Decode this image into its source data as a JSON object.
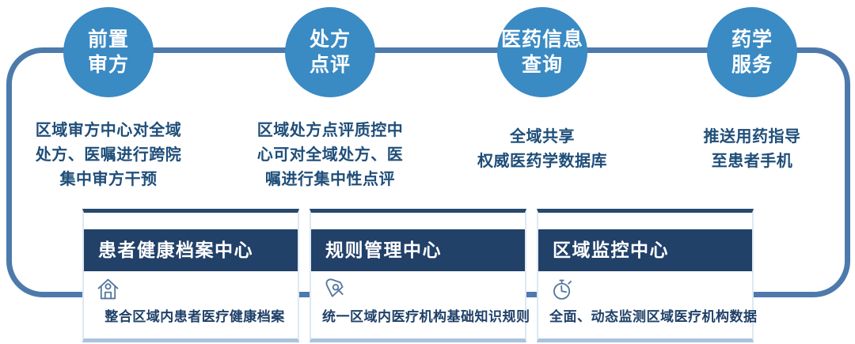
{
  "diagram": {
    "colors": {
      "circle_blue": "#3a8ac4",
      "connector_blue": "#4d7aac",
      "desc_text_blue": "#1f4e79",
      "card_header_navy": "#224169",
      "card_bottom_border": "#a9c3dd",
      "icon_steel_blue": "#54779e"
    }
  },
  "columns": [
    {
      "id": "pre-prescription-review",
      "circle_lines": [
        "前置",
        "审方"
      ],
      "desc_lines": [
        "区域审方中心对全域",
        "处方、医嘱进行跨院",
        "集中审方干预"
      ]
    },
    {
      "id": "prescription-comment",
      "circle_lines": [
        "处方",
        "点评"
      ],
      "desc_lines": [
        "区域处方点评质控中",
        "心可对全域处方、医",
        "嘱进行集中性点评"
      ]
    },
    {
      "id": "medical-info-query",
      "circle_lines": [
        "医药信息",
        "查询"
      ],
      "desc_lines": [
        "全域共享",
        "权威医药学数据库"
      ]
    },
    {
      "id": "pharmacy-service",
      "circle_lines": [
        "药学",
        "服务"
      ],
      "desc_lines": [
        "推送用药指导",
        "至患者手机"
      ]
    }
  ],
  "cards": [
    {
      "title": "患者健康档案中心",
      "icon": "home-icon",
      "desc": "整合区域内患者医疗健康档案"
    },
    {
      "title": "规则管理中心",
      "icon": "pen-search-icon",
      "desc": "统一区域内医疗机构基础知识规则"
    },
    {
      "title": "区域监控中心",
      "icon": "stopwatch-icon",
      "desc": "全面、动态监测区域医疗机构数据"
    }
  ]
}
